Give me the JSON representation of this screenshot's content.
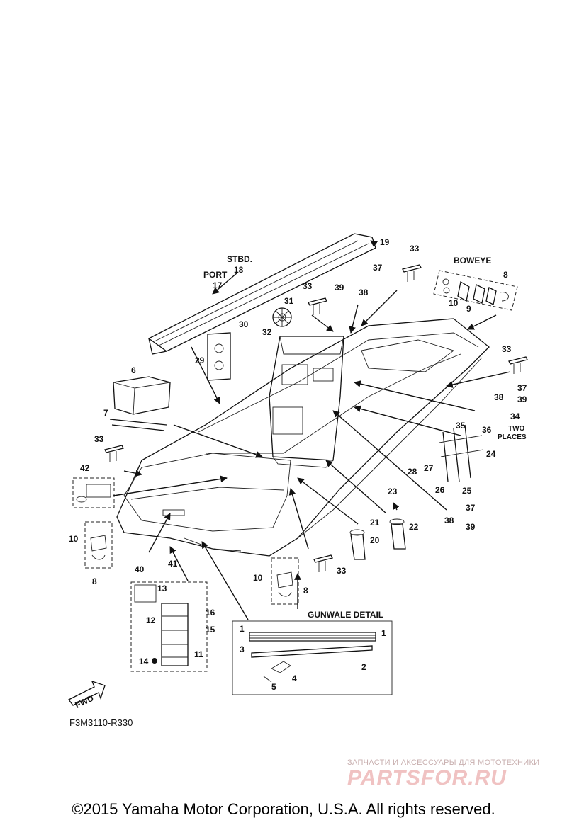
{
  "diagram": {
    "headers": {
      "boweye": "BOWEYE",
      "stbd": "STBD.",
      "port": "PORT",
      "gunwale": "GUNWALE DETAIL",
      "two": "TWO",
      "places": "PLACES",
      "fwd": "FWD"
    },
    "callouts": [
      "1",
      "1",
      "2",
      "3",
      "4",
      "5",
      "6",
      "7",
      "8",
      "8",
      "8",
      "9",
      "10",
      "10",
      "10",
      "11",
      "12",
      "13",
      "14",
      "15",
      "16",
      "17",
      "18",
      "19",
      "20",
      "21",
      "22",
      "23",
      "24",
      "25",
      "26",
      "27",
      "28",
      "29",
      "30",
      "31",
      "32",
      "33",
      "33",
      "33",
      "33",
      "33",
      "34",
      "35",
      "36",
      "37",
      "37",
      "37",
      "38",
      "38",
      "38",
      "39",
      "39",
      "39",
      "40",
      "41",
      "42"
    ],
    "figure_code": "F3M3110-R330"
  },
  "watermark": {
    "tagline": "ЗАПЧАСТИ И АКСЕССУАРЫ ДЛЯ МОТОТЕХНИКИ",
    "brand": "PARTSFOR.RU"
  },
  "footer": {
    "copyright": "©2015 Yamaha Motor Corporation, U.S.A. All rights reserved."
  }
}
